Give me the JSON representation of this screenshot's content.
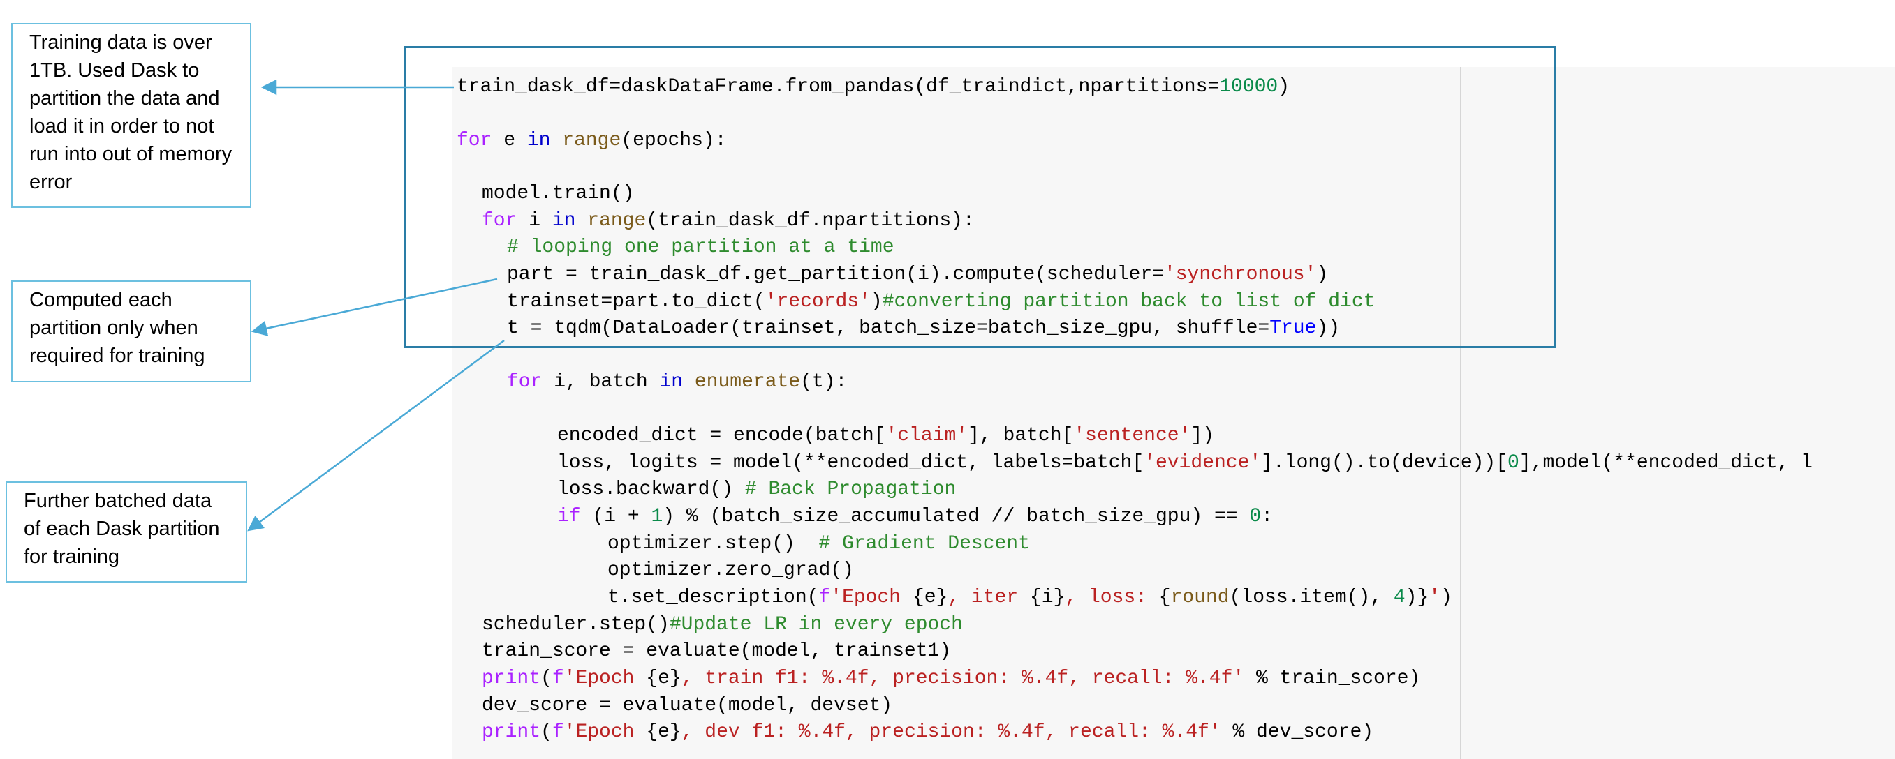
{
  "callouts": [
    {
      "text": "Training data is over 1TB. Used Dask to partition the data and load it in order to not run into out of memory error"
    },
    {
      "text": "Computed each partition only when required for training"
    },
    {
      "text": "Further batched data of each Dask partition for training"
    }
  ],
  "code_lines": [
    [
      {
        "t": "train_dask_df=daskDataFrame.from_pandas(df_traindict,npartitions="
      },
      {
        "t": "10000",
        "c": "num"
      },
      {
        "t": ")"
      }
    ],
    [
      {
        "t": "for",
        "c": "kw"
      },
      {
        "t": " e "
      },
      {
        "t": "in",
        "c": "op"
      },
      {
        "t": " "
      },
      {
        "t": "range",
        "c": "fn"
      },
      {
        "t": "(epochs):"
      }
    ],
    [
      {
        "t": "model.train()"
      }
    ],
    [
      {
        "t": "for",
        "c": "kw"
      },
      {
        "t": " i "
      },
      {
        "t": "in",
        "c": "op"
      },
      {
        "t": " "
      },
      {
        "t": "range",
        "c": "fn"
      },
      {
        "t": "(train_dask_df.npartitions):"
      }
    ],
    [
      {
        "t": "# looping one partition at a time",
        "c": "com"
      }
    ],
    [
      {
        "t": "part = train_dask_df.get_partition(i).compute(scheduler="
      },
      {
        "t": "'synchronous'",
        "c": "str"
      },
      {
        "t": ")"
      }
    ],
    [
      {
        "t": "trainset=part.to_dict("
      },
      {
        "t": "'records'",
        "c": "str"
      },
      {
        "t": ")"
      },
      {
        "t": "#converting partition back to list of dict",
        "c": "com"
      }
    ],
    [
      {
        "t": "t = tqdm(DataLoader(trainset, batch_size=batch_size_gpu, shuffle="
      },
      {
        "t": "True",
        "c": "cst"
      },
      {
        "t": "))"
      }
    ],
    [
      {
        "t": "for",
        "c": "kw"
      },
      {
        "t": " i, batch "
      },
      {
        "t": "in",
        "c": "op"
      },
      {
        "t": " "
      },
      {
        "t": "enumerate",
        "c": "fn"
      },
      {
        "t": "(t):"
      }
    ],
    [
      {
        "t": "encoded_dict = encode(batch["
      },
      {
        "t": "'claim'",
        "c": "str"
      },
      {
        "t": "], batch["
      },
      {
        "t": "'sentence'",
        "c": "str"
      },
      {
        "t": "])"
      }
    ],
    [
      {
        "t": "loss, logits = model(**encoded_dict, labels=batch["
      },
      {
        "t": "'evidence'",
        "c": "str"
      },
      {
        "t": "].long().to(device))["
      },
      {
        "t": "0",
        "c": "num"
      },
      {
        "t": "],model(**encoded_dict, l"
      }
    ],
    [
      {
        "t": "loss.backward() "
      },
      {
        "t": "# Back Propagation",
        "c": "com"
      }
    ],
    [
      {
        "t": "if",
        "c": "kw"
      },
      {
        "t": " (i + "
      },
      {
        "t": "1",
        "c": "num"
      },
      {
        "t": ") % (batch_size_accumulated // batch_size_gpu) == "
      },
      {
        "t": "0",
        "c": "num"
      },
      {
        "t": ":"
      }
    ],
    [
      {
        "t": "optimizer.step()  "
      },
      {
        "t": "# Gradient Descent",
        "c": "com"
      }
    ],
    [
      {
        "t": "optimizer.zero_grad()"
      }
    ],
    [
      {
        "t": "t.set_description("
      },
      {
        "t": "f",
        "c": "kw"
      },
      {
        "t": "'Epoch ",
        "c": "str"
      },
      {
        "t": "{e}"
      },
      {
        "t": ", iter ",
        "c": "str"
      },
      {
        "t": "{i}"
      },
      {
        "t": ", loss: ",
        "c": "str"
      },
      {
        "t": "{"
      },
      {
        "t": "round",
        "c": "fn"
      },
      {
        "t": "(loss.item(), "
      },
      {
        "t": "4",
        "c": "num"
      },
      {
        "t": ")}"
      },
      {
        "t": "'",
        "c": "str"
      },
      {
        "t": ")"
      }
    ],
    [
      {
        "t": "scheduler.step()"
      },
      {
        "t": "#Update LR in every epoch",
        "c": "com"
      }
    ],
    [
      {
        "t": "train_score = evaluate(model, trainset1)"
      }
    ],
    [
      {
        "t": "print",
        "c": "kw"
      },
      {
        "t": "("
      },
      {
        "t": "f",
        "c": "kw"
      },
      {
        "t": "'Epoch ",
        "c": "str"
      },
      {
        "t": "{e}"
      },
      {
        "t": ", train f1: %.4f, precision: %.4f, recall: %.4f'",
        "c": "str"
      },
      {
        "t": " % train_score)"
      }
    ],
    [
      {
        "t": "dev_score = evaluate(model, devset)"
      }
    ],
    [
      {
        "t": "print",
        "c": "kw"
      },
      {
        "t": "("
      },
      {
        "t": "f",
        "c": "kw"
      },
      {
        "t": "'Epoch ",
        "c": "str"
      },
      {
        "t": "{e}"
      },
      {
        "t": ", dev f1: %.4f, precision: %.4f, recall: %.4f'",
        "c": "str"
      },
      {
        "t": " % dev_score)"
      }
    ]
  ],
  "colors": {
    "callout_border": "#6cc0e0",
    "arrow": "#4aa9d6",
    "highlight_border": "#2a7da6",
    "keyword": "#aa22ff",
    "operator": "#0000cc",
    "builtin": "#7a5a1a",
    "string": "#ba2121",
    "number": "#0a8a4a",
    "comment": "#2e8b2e",
    "constant": "#0000ff"
  }
}
